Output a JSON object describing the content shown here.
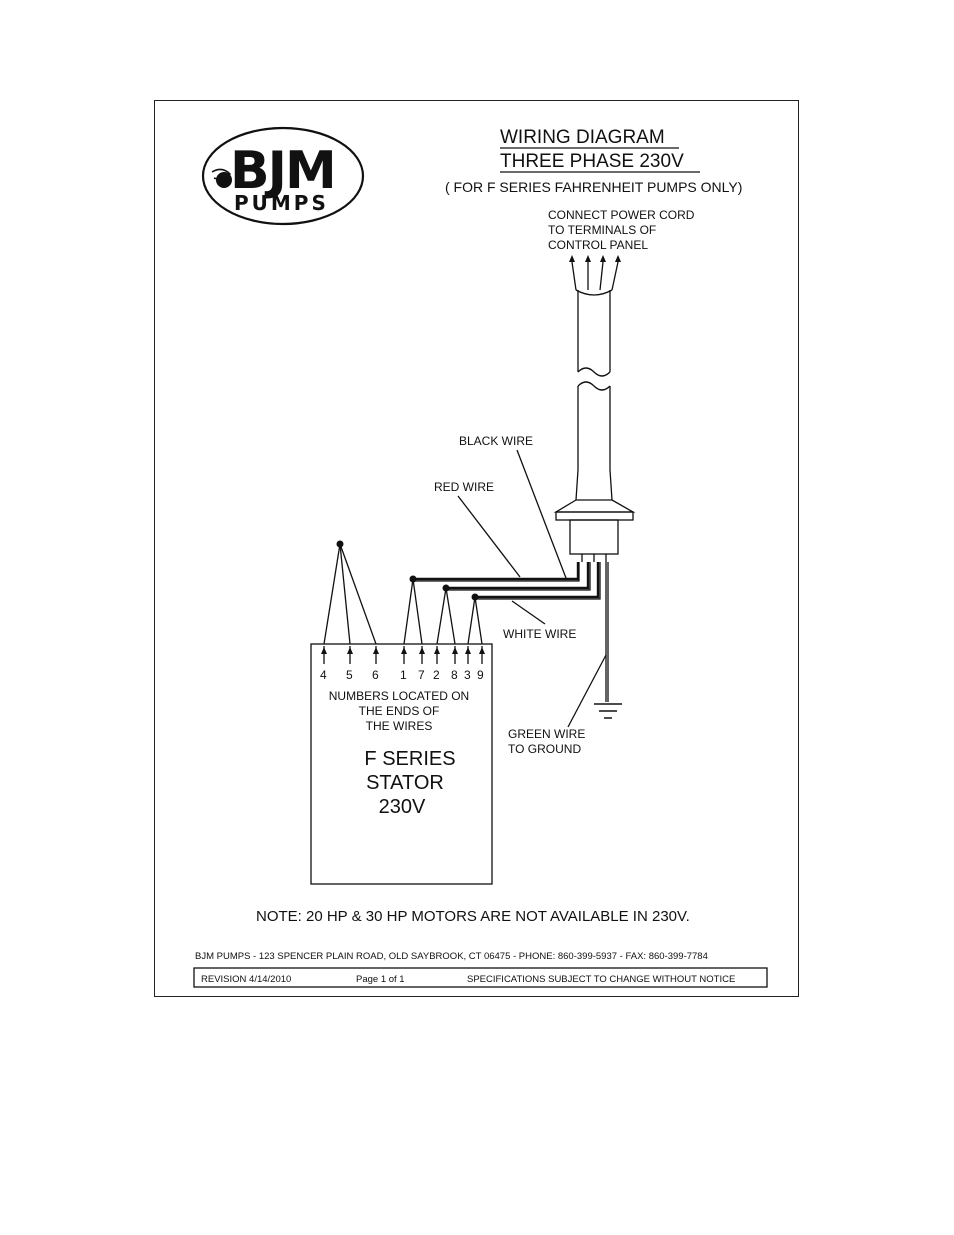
{
  "logo": {
    "brand": "BJM",
    "sub": "PUMPS"
  },
  "header": {
    "title_line1": "WIRING DIAGRAM",
    "title_line2": "THREE PHASE 230V",
    "subtitle": "( FOR F SERIES FAHRENHEIT PUMPS ONLY)"
  },
  "power_cord": {
    "line1": "CONNECT POWER CORD",
    "line2": "TO TERMINALS OF",
    "line3": "CONTROL PANEL"
  },
  "wires": {
    "black": "BLACK WIRE",
    "red": "RED WIRE",
    "white": "WHITE WIRE",
    "green_line1": "GREEN WIRE",
    "green_line2": "TO GROUND"
  },
  "terminals": [
    "4",
    "5",
    "6",
    "1",
    "7",
    "2",
    "8",
    "3",
    "9"
  ],
  "numbers_note": {
    "line1": "NUMBERS LOCATED ON",
    "line2": "THE ENDS OF",
    "line3": "THE WIRES"
  },
  "stator": {
    "line1": "F SERIES",
    "line2": "STATOR",
    "line3": "230V"
  },
  "note": "NOTE: 20 HP & 30 HP MOTORS ARE NOT AVAILABLE IN 230V.",
  "footer": {
    "address": "BJM PUMPS - 123 SPENCER PLAIN ROAD, OLD SAYBROOK, CT 06475 - PHONE: 860-399-5937 - FAX: 860-399-7784",
    "revision": "REVISION 4/14/2010",
    "page": "Page 1 of 1",
    "spec": "SPECIFICATIONS SUBJECT TO CHANGE WITHOUT NOTICE"
  }
}
